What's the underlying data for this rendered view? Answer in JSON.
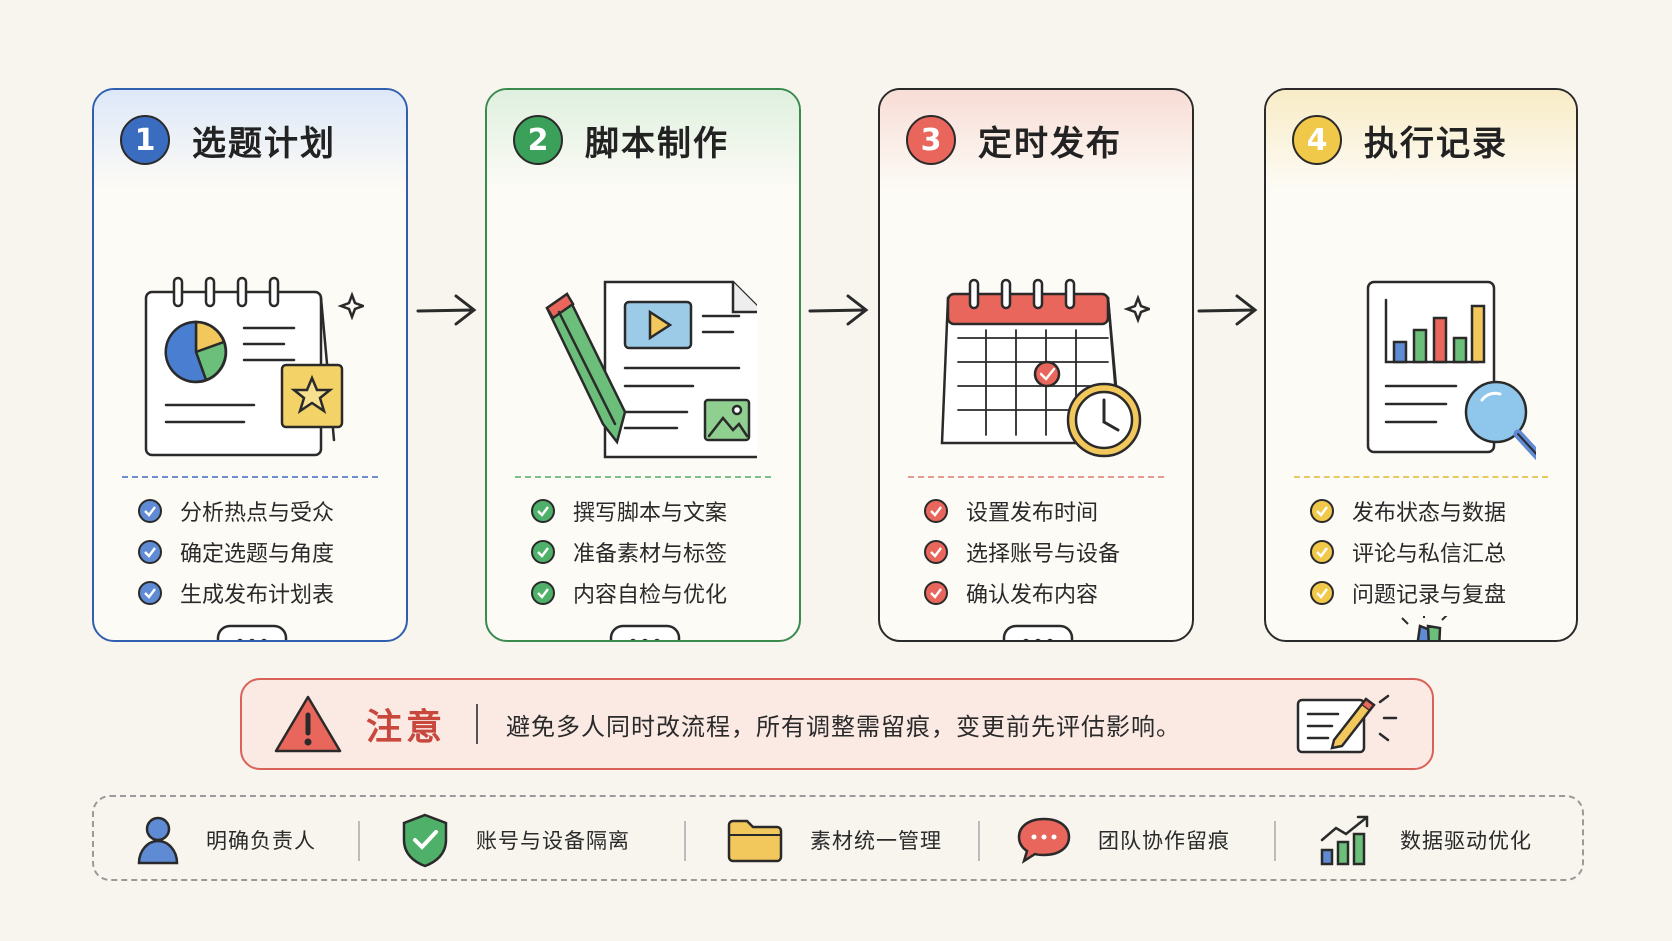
{
  "colors": {
    "blue": "#3a6cc0",
    "green": "#3aa05a",
    "red": "#e8665b",
    "yellow": "#f0c84a",
    "warning": "#d9615a"
  },
  "steps": [
    {
      "number": "1",
      "title": "选题计划",
      "illustration": "planning-notebook-icon",
      "items": [
        "分析热点与受众",
        "确定选题与角度",
        "生成发布计划表"
      ]
    },
    {
      "number": "2",
      "title": "脚本制作",
      "illustration": "script-document-icon",
      "items": [
        "撰写脚本与文案",
        "准备素材与标签",
        "内容自检与优化"
      ]
    },
    {
      "number": "3",
      "title": "定时发布",
      "illustration": "calendar-clock-icon",
      "items": [
        "设置发布时间",
        "选择账号与设备",
        "确认发布内容"
      ]
    },
    {
      "number": "4",
      "title": "执行记录",
      "illustration": "report-magnifier-icon",
      "items": [
        "发布状态与数据",
        "评论与私信汇总",
        "问题记录与复盘"
      ]
    }
  ],
  "notice": {
    "label": "注意",
    "text": "避免多人同时改流程，所有调整需留痕，变更前先评估影响。"
  },
  "features": [
    {
      "icon": "person-icon",
      "label": "明确负责人"
    },
    {
      "icon": "shield-check-icon",
      "label": "账号与设备隔离"
    },
    {
      "icon": "folder-icon",
      "label": "素材统一管理"
    },
    {
      "icon": "chat-bubble-icon",
      "label": "团队协作留痕"
    },
    {
      "icon": "growth-chart-icon",
      "label": "数据驱动优化"
    }
  ]
}
